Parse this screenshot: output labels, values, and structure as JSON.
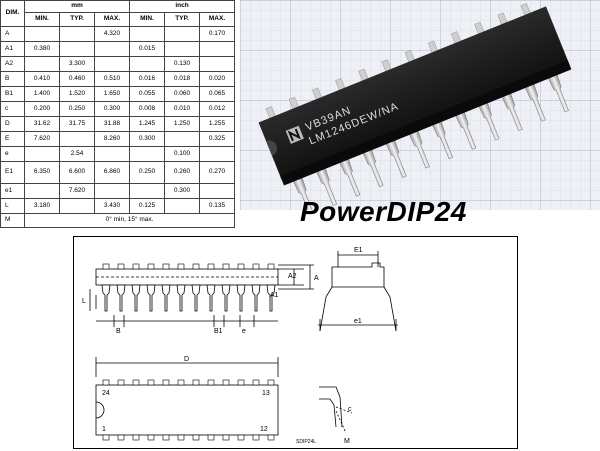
{
  "table": {
    "dim_header": "DIM.",
    "mm_header": "mm",
    "inch_header": "inch",
    "sub_headers": [
      "MIN.",
      "TYP.",
      "MAX.",
      "MIN.",
      "TYP.",
      "MAX."
    ],
    "rows": [
      [
        "A",
        "",
        "",
        "4.320",
        "",
        "",
        "0.170"
      ],
      [
        "A1",
        "0.380",
        "",
        "",
        "0.015",
        "",
        ""
      ],
      [
        "A2",
        "",
        "3.300",
        "",
        "",
        "0.130",
        ""
      ],
      [
        "B",
        "0.410",
        "0.460",
        "0.510",
        "0.016",
        "0.018",
        "0.020"
      ],
      [
        "B1",
        "1.400",
        "1.520",
        "1.650",
        "0.055",
        "0.060",
        "0.065"
      ],
      [
        "c",
        "0.200",
        "0.250",
        "0.300",
        "0.008",
        "0.010",
        "0.012"
      ],
      [
        "D",
        "31.62",
        "31.75",
        "31.88",
        "1.245",
        "1.250",
        "1.255"
      ],
      [
        "E",
        "7.620",
        "",
        "8.260",
        "0.300",
        "",
        "0.325"
      ],
      [
        "e",
        "",
        "2.54",
        "",
        "",
        "0.100",
        ""
      ],
      [
        "E1",
        "6.350",
        "6.600",
        "6.860",
        "0.250",
        "0.260",
        "0.270"
      ],
      [
        "e1",
        "",
        "7.620",
        "",
        "",
        "0.300",
        ""
      ],
      [
        "L",
        "3.180",
        "",
        "3.430",
        "0.125",
        "",
        "0.135"
      ]
    ],
    "m_label": "M",
    "m_value": "0° min, 15° max."
  },
  "photo": {
    "marking_line1": "VB39AN",
    "marking_line2": "LM1246DEW/NA"
  },
  "title": "PowerDIP24",
  "drawing": {
    "labels": {
      "A2": "A2",
      "A": "A",
      "A1": "A1",
      "L": "L",
      "B": "B",
      "B1": "B1",
      "e": "e",
      "E1": "E1",
      "e1": "e1",
      "D": "D",
      "pin24": "24",
      "pin13": "13",
      "pin1": "1",
      "pin12": "12",
      "c": "c",
      "M": "M"
    },
    "caption": "SDIP24L"
  }
}
